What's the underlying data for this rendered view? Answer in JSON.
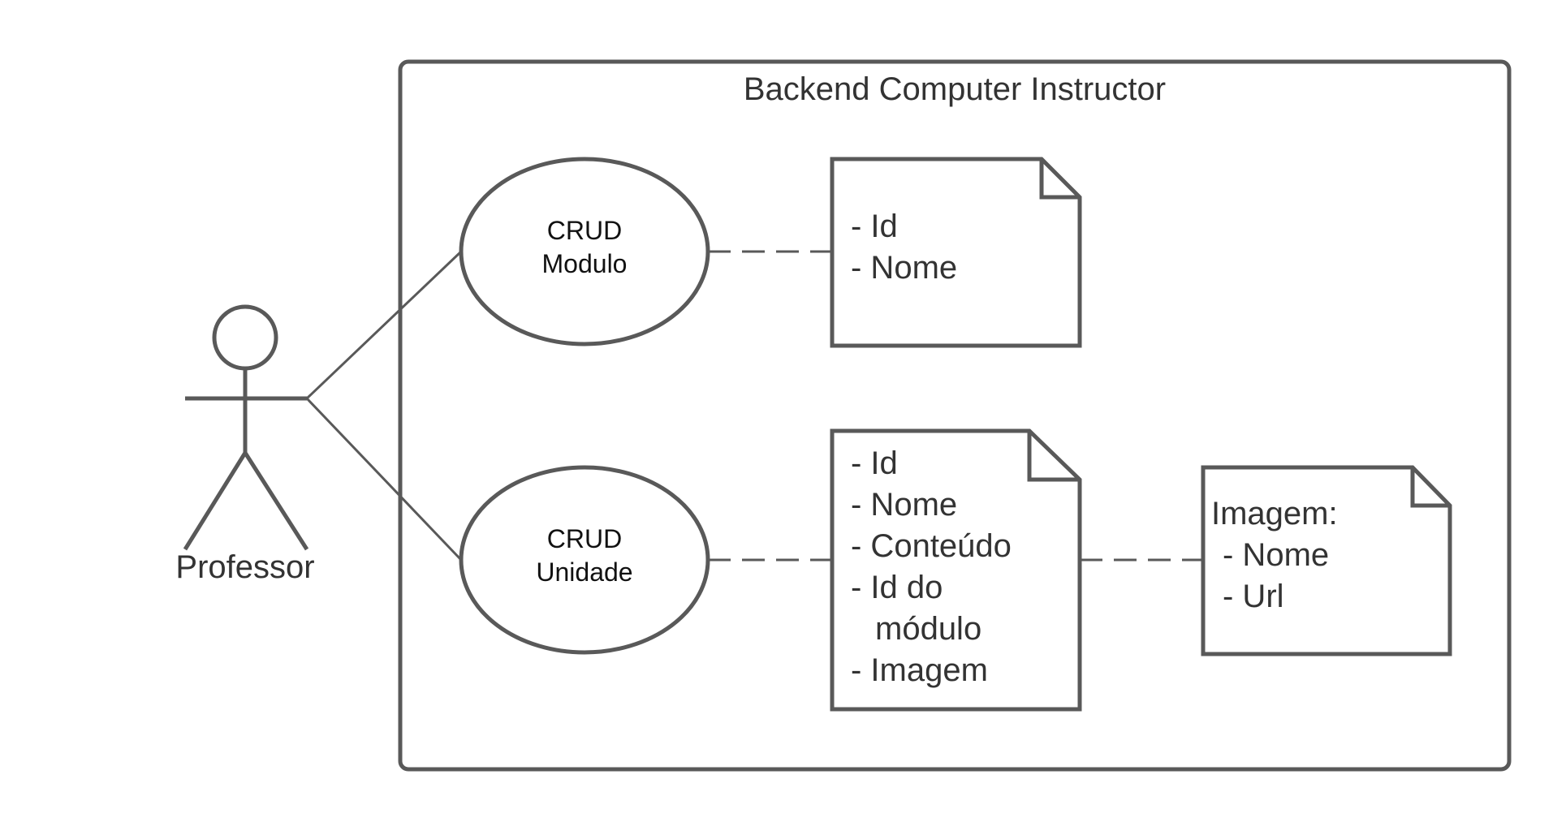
{
  "system": {
    "title": "Backend Computer Instructor"
  },
  "actor": {
    "name": "Professor"
  },
  "use_cases": {
    "modulo": {
      "line1": "CRUD",
      "line2": "Modulo"
    },
    "unidade": {
      "line1": "CRUD",
      "line2": "Unidade"
    }
  },
  "notes": {
    "modulo": {
      "lines": [
        "- Id",
        "- Nome"
      ]
    },
    "unidade": {
      "lines": [
        "- Id",
        "- Nome",
        "- Conteúdo",
        "- Id do",
        "módulo",
        "- Imagem"
      ]
    },
    "imagem": {
      "lines": [
        "Imagem:",
        "- Nome",
        "- Url"
      ]
    }
  },
  "colors": {
    "stroke": "#595959",
    "text": "#333333"
  }
}
